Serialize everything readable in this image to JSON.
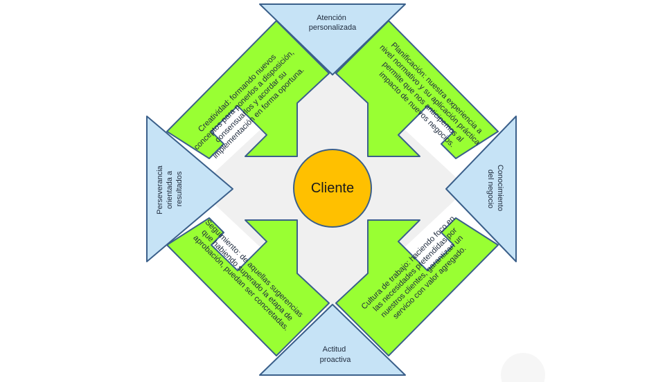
{
  "center": {
    "label": "Cliente"
  },
  "corners": {
    "top": [
      "Atención",
      "personalizada"
    ],
    "left": [
      "Perseverancia",
      "orientada a",
      "resultados"
    ],
    "right": [
      "Conocimiento",
      "del negocio"
    ],
    "bottom": [
      "Actitud",
      "proactiva"
    ]
  },
  "blocks": {
    "top_left": [
      "Creatividad: formando nuevos",
      "conceptos para ponerlos a disposición,",
      "consensuarlos y acordar su",
      "implementación en forma oportuna."
    ],
    "top_right": [
      "Planificación: nuestra experiencia a",
      "nivel normativo y su aplicación práctica",
      "permite que nos anticipemos al",
      "impacto de nuevos negocios."
    ],
    "bottom_left": [
      "Seguimiento: de aquellas sugerencias",
      "que habiendo superado la etapa de",
      "aprobación, puedan ser concretadas."
    ],
    "bottom_right": [
      "Cultura de trabajo: haciendo foco en",
      "las necesidades pretendidas por",
      "nuestros clientes, garantizan un",
      "servicio con valor agregado."
    ]
  },
  "colors": {
    "block_fill": "#99ff33",
    "block_stroke": "#3a5f8a",
    "triangle_fill": "#c6e3f6",
    "center_fill": "#ffc000",
    "center_stroke": "#3a5f8a",
    "background_fill": "#f0f0f0"
  }
}
